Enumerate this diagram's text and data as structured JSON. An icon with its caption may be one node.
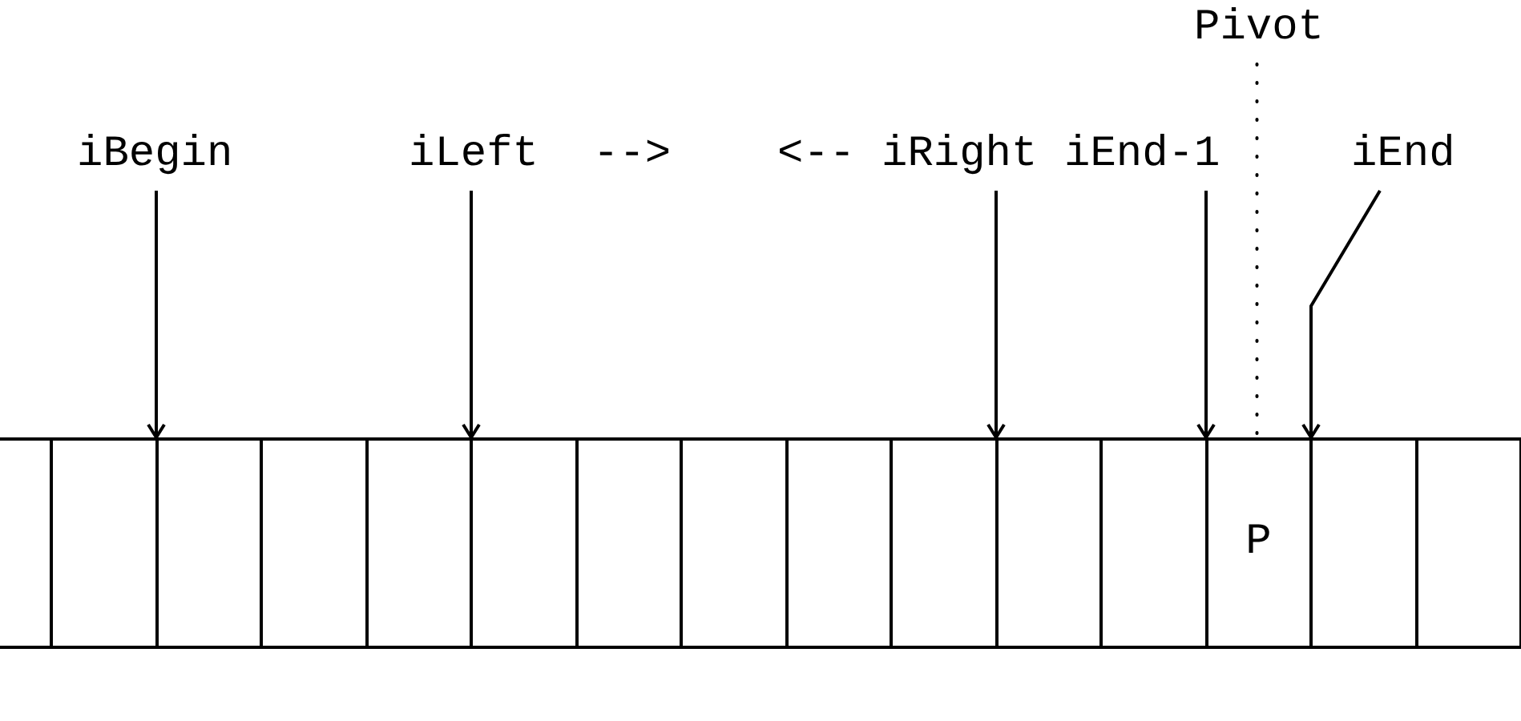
{
  "diagram": {
    "nodes": [
      {
        "text": [
          "Pivot"
        ]
      },
      {
        "text": [
          "iBegin"
        ]
      },
      {
        "text": [
          "iLeft"
        ]
      },
      {
        "text": [
          "iRight"
        ]
      },
      {
        "text": [
          "iEnd-1"
        ]
      },
      {
        "text": [
          "iEnd"
        ]
      },
      {
        "text": [],
        "shape": "box"
      },
      {
        "text": [],
        "shape": "box"
      },
      {
        "text": [],
        "shape": "box"
      },
      {
        "text": [],
        "shape": "box"
      },
      {
        "text": [],
        "shape": "box"
      },
      {
        "text": [],
        "shape": "box"
      },
      {
        "text": [],
        "shape": "box"
      },
      {
        "text": [],
        "shape": "box"
      },
      {
        "text": [],
        "shape": "box"
      },
      {
        "text": [],
        "shape": "box"
      },
      {
        "text": [],
        "shape": "box"
      },
      {
        "text": [
          "P"
        ]
      },
      {
        "text": [],
        "shape": "box"
      },
      {
        "text": [],
        "shape": "box"
      }
    ],
    "edges": [
      {
        "from": 1,
        "to": 7,
        "arrow": "to"
      },
      {
        "from": 2,
        "to": 10,
        "arrow": "to"
      },
      {
        "from": 3,
        "to": 15,
        "arrow": "to"
      },
      {
        "from": 4,
        "to": 17,
        "arrow": "to"
      },
      {
        "from": 5,
        "to": 18,
        "arrow": "to"
      },
      {
        "from": 0,
        "to": 17,
        "arrow": "none",
        "style": "dashed"
      }
    ],
    "labels": [
      "-->",
      "<--"
    ]
  }
}
